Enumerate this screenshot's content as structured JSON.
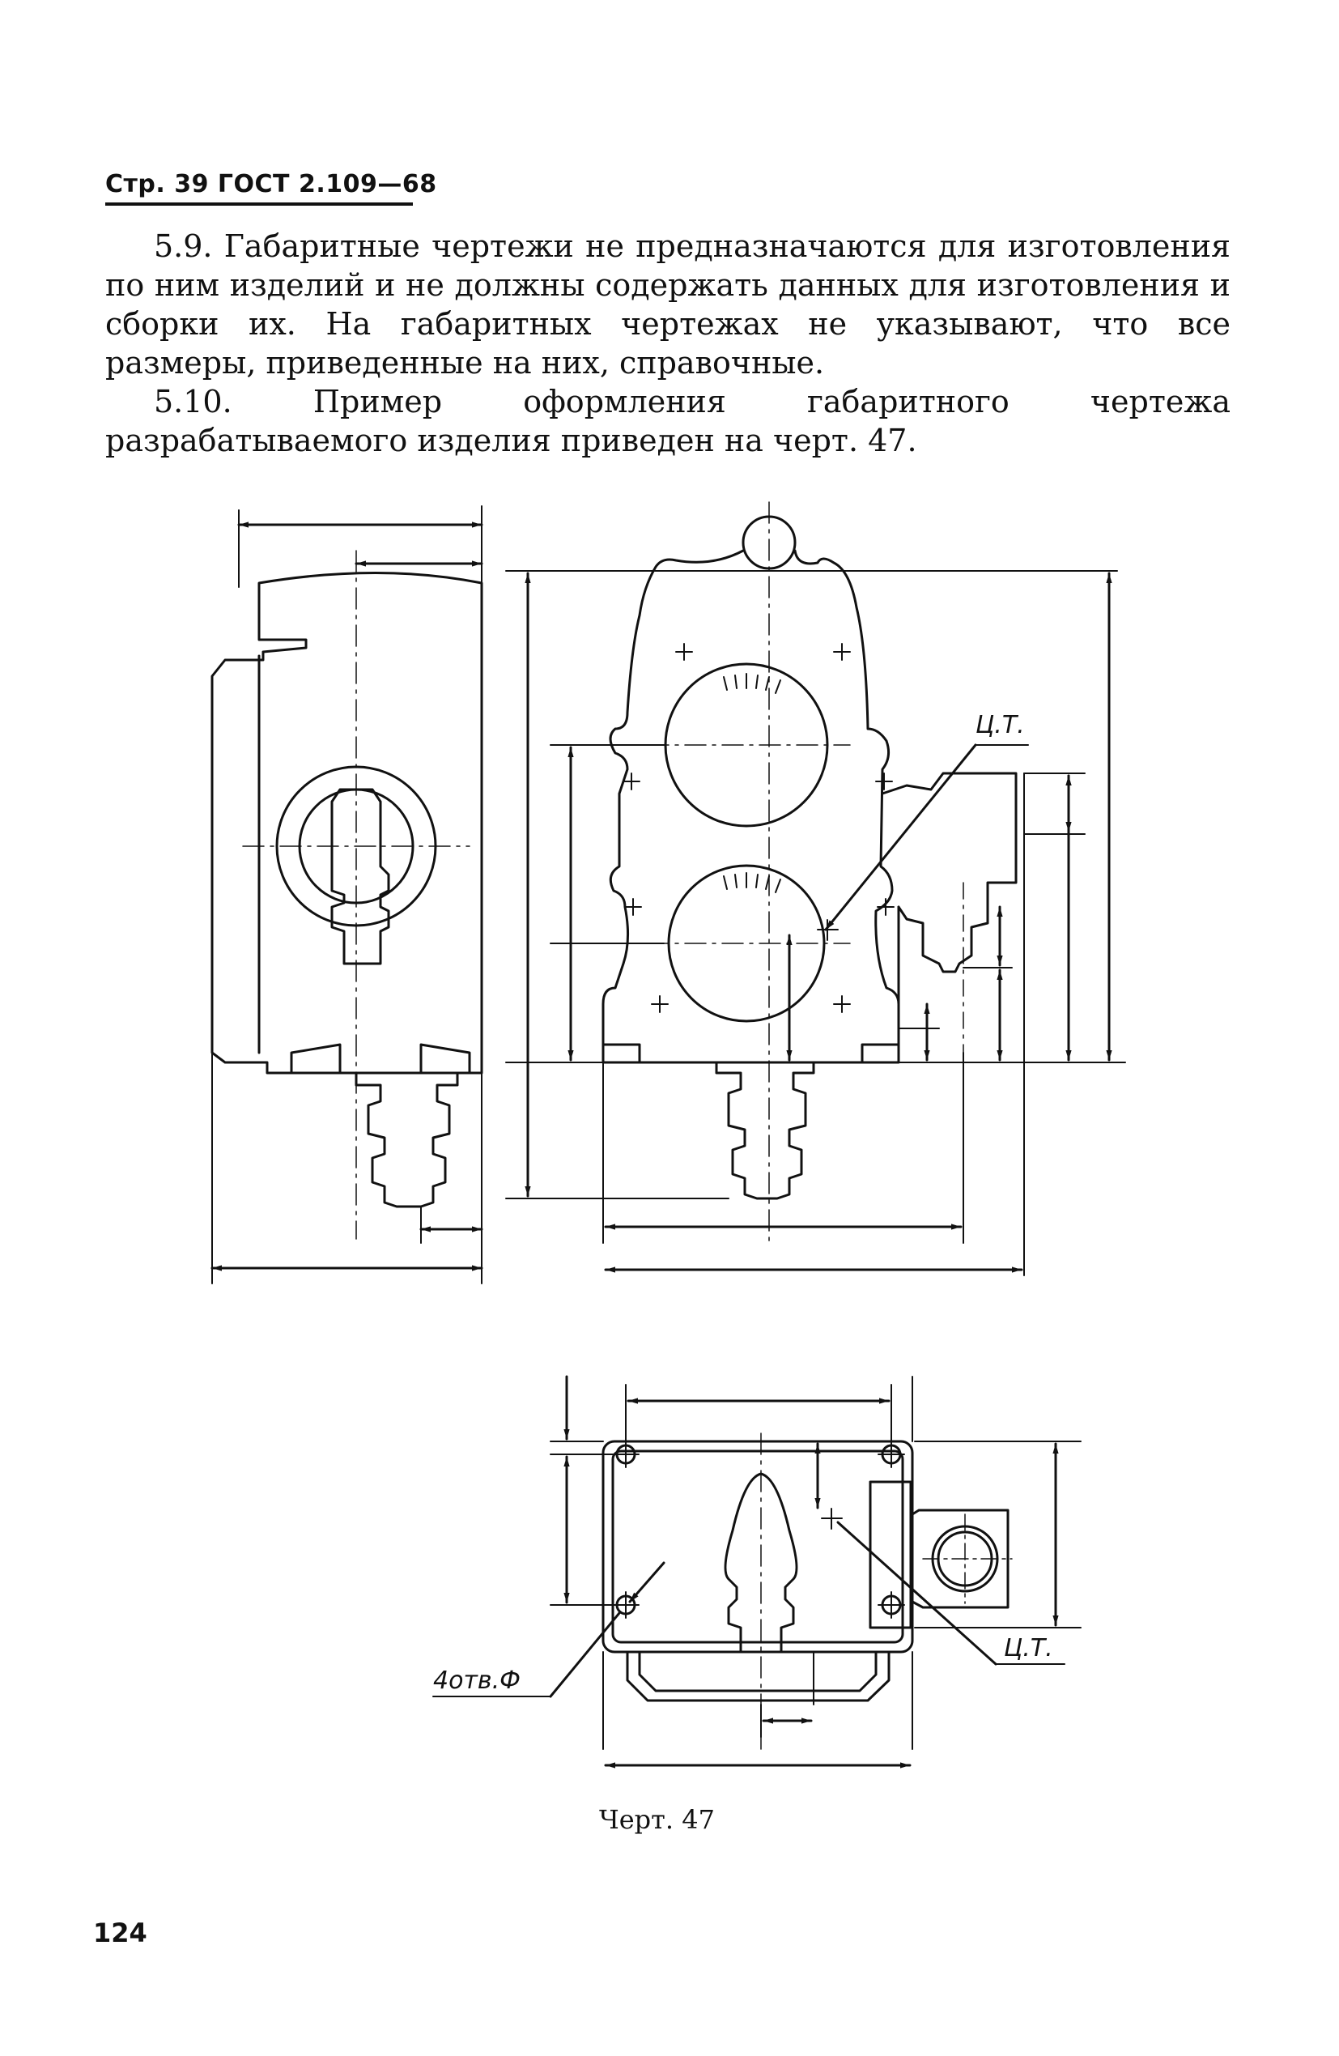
{
  "header": {
    "title": "Стр. 39 ГОСТ 2.109—68"
  },
  "paragraphs": [
    {
      "text": "5.9. Габаритные чертежи не предназначаются для изготовления по ним изделий и не должны содержать данных для изготовления и сборки их. На габаритных чертежах не указывают, что все размеры, приведенные на них, справочные."
    },
    {
      "text": "5.10. Пример оформления габаритного чертежа разрабатываемого изделия приведен на черт. 47."
    }
  ],
  "drawing": {
    "label_ct_top": "Ц.Т.",
    "label_ct_bottom": "Ц.Т.",
    "label_holes": "4отв.Ф"
  },
  "caption": "Черт. 47",
  "page_number": "124"
}
